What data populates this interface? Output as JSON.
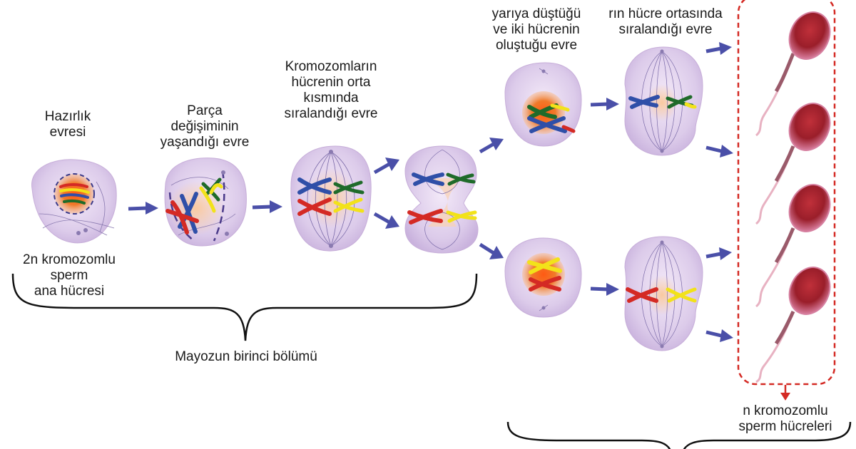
{
  "labels": {
    "preparation": "Hazırlık\nevresi",
    "crossing_over": "Parça\ndeğişiminin\nyaşandığı evre",
    "alignment_1": "Kromozomların\nhücrenin orta\nkısmında\nsıralandığı evre",
    "halving": "yarıya düştüğü\nve iki hücrenin\noluştuğu evre",
    "alignment_2": "rın hücre ortasında\nsıralandığı evre",
    "mother_cell": "2n kromozomlu\nsperm\nana hücresi",
    "meiosis_1": "Mayozun birinci bölümü",
    "sperm_cells": "n kromozomlu\nsperm hücreleri"
  },
  "colors": {
    "chromosome_blue": "#2f4fa8",
    "chromosome_red": "#d42a24",
    "chromosome_yellow": "#f2e21a",
    "chromosome_green": "#1f6b2a",
    "cell_fill": "#d9c6e8",
    "arrow": "#4a4fa8",
    "dashed_box": "#d42a24"
  }
}
